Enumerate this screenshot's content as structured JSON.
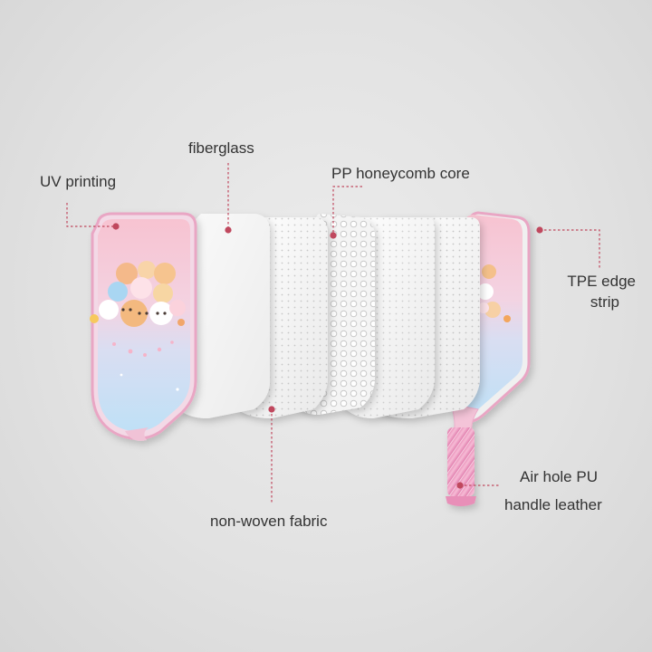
{
  "labels": {
    "uv_printing": "UV printing",
    "fiberglass": "fiberglass",
    "pp_honeycomb_core": "PP honeycomb core",
    "tpe_edge_strip_line1": "TPE edge",
    "tpe_edge_strip_line2": "strip",
    "non_woven_fabric": "non-woven fabric",
    "air_hole_pu_line1": "Air hole PU",
    "air_hole_pu_line2": "handle leather"
  },
  "colors": {
    "background": "#e2e2e2",
    "leader_line": "#c0485e",
    "label_text": "#333333",
    "paddle_pink": "#f4c6d2",
    "paddle_blue": "#c8e4f6",
    "handle_pink": "#f2a9c9",
    "edge_strip": "#e9a6c4",
    "sheet_white": "#f7f7f7"
  }
}
